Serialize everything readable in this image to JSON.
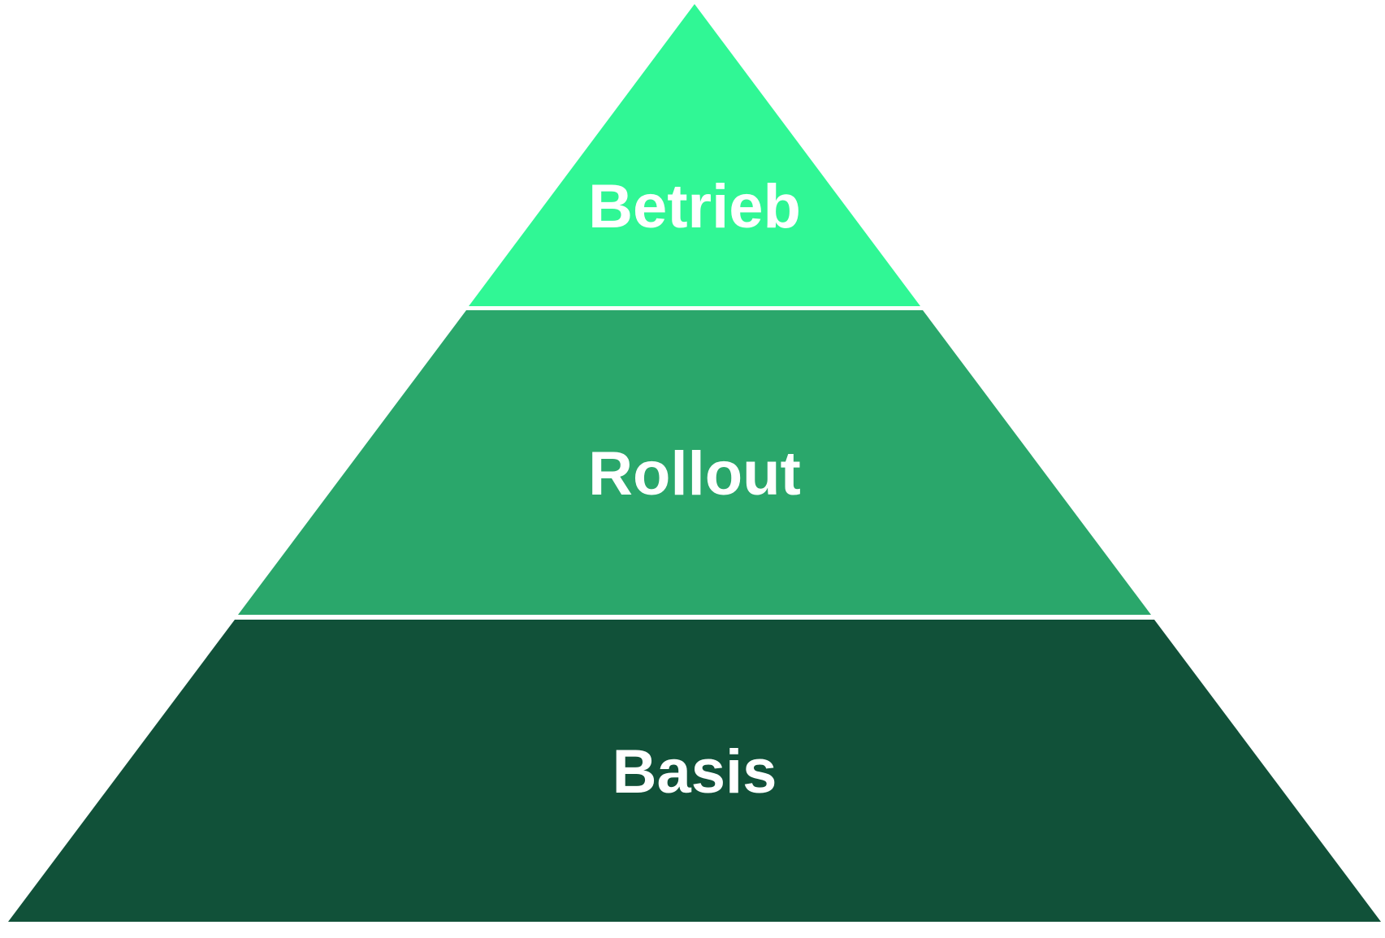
{
  "diagram": {
    "type": "pyramid",
    "level_count": 3,
    "background_color": "#FFFFFF",
    "divider_color": "#FFFFFF",
    "label_text_color": "#FFFFFF"
  },
  "levels": [
    {
      "label": "Betrieb",
      "position": "top",
      "color": "#30F795"
    },
    {
      "label": "Rollout",
      "position": "middle",
      "color": "#2AA76B"
    },
    {
      "label": "Basis",
      "position": "bottom",
      "color": "#115139"
    }
  ]
}
